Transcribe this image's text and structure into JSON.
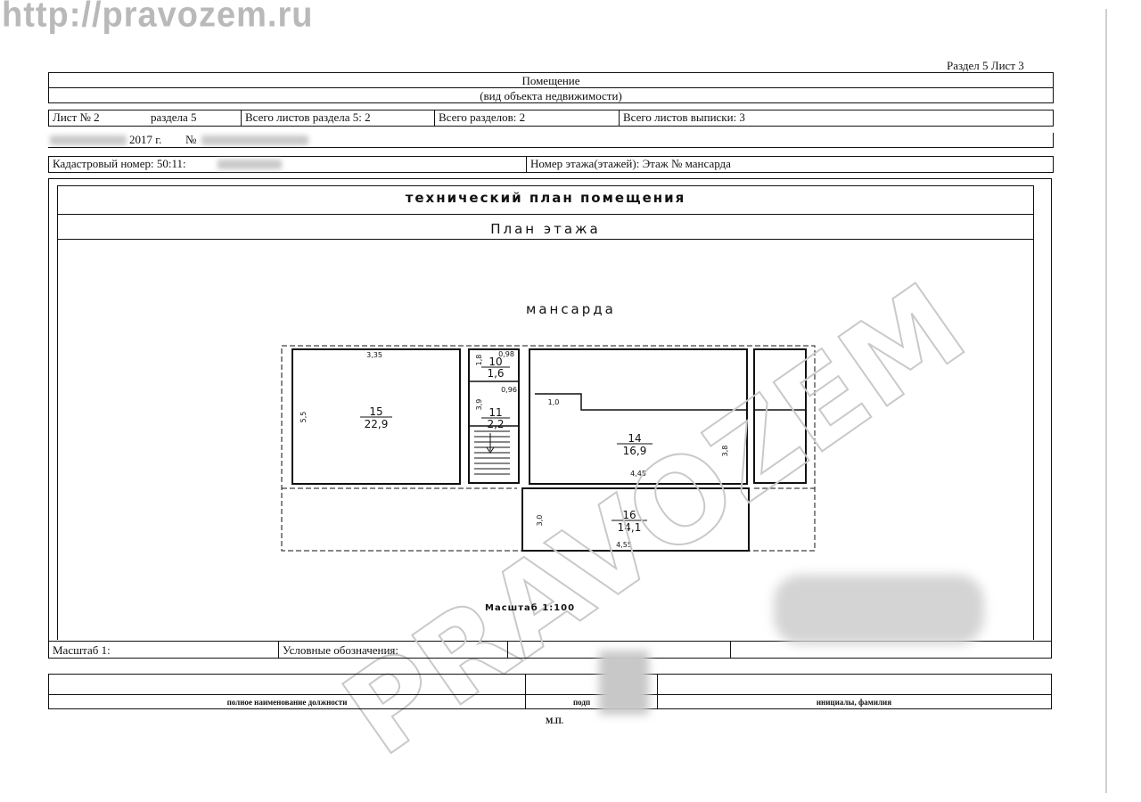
{
  "watermark": {
    "url": "http://pravozem.ru",
    "diagonal": "PRAVOZEM"
  },
  "header": {
    "section_sheet": "Раздел 5   Лист 3"
  },
  "object": {
    "title": "Помещение",
    "subtitle": "(вид объекта недвижимости)"
  },
  "sheet_info": {
    "sheet_no": "Лист № 2",
    "section": "раздела 5",
    "total_sheets_section": "Всего листов раздела 5: 2",
    "total_sections": "Всего разделов: 2",
    "total_sheets_extract": "Всего листов выписки: 3"
  },
  "date_line": {
    "year": "2017 г.",
    "number_label": "№"
  },
  "cadastral": {
    "label": "Кадастровый номер: 50:11:",
    "floor": "Номер этажа(этажей): Этаж № мансарда"
  },
  "plan": {
    "title": "технический план помещения",
    "subtitle": "План этажа",
    "floor_label": "мансарда",
    "scale_label": "Масштаб 1:100",
    "rooms": [
      {
        "number": "15",
        "area": "22,9"
      },
      {
        "number": "10",
        "area": "1,6"
      },
      {
        "number": "11",
        "area": "2,2"
      },
      {
        "number": "14",
        "area": "16,9"
      },
      {
        "number": "16",
        "area": "14,1"
      }
    ],
    "dimensions": {
      "room15_top": "3,35",
      "room15_side": "5,5",
      "room10_top": "0,98",
      "room10_side": "1,8",
      "room11_top": "0,96",
      "room11_side": "3,9",
      "room14_step": "1,0",
      "room14_bottom": "4,45",
      "room14_side": "3,8",
      "room16_side": "3,0",
      "room16_bottom": "4,55"
    }
  },
  "footer": {
    "scale": "Масштаб 1:",
    "legend": "Условные обозначения:",
    "position_caption": "полное наименование должности",
    "signature_caption": "подп",
    "name_caption": "инициалы, фамилия",
    "stamp": "М.П."
  }
}
